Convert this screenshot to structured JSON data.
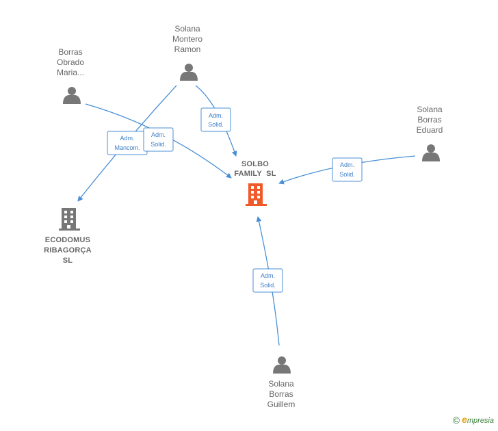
{
  "colors": {
    "edge": "#4a8fd6",
    "person_icon": "#777777",
    "company_icon": "#777777",
    "focus_company_icon": "#f0592a",
    "label": "#666666"
  },
  "nodes": {
    "borras_obrado": {
      "lines": [
        "Borras",
        "Obrado",
        "Maria..."
      ],
      "icon": "person-icon"
    },
    "solana_montero": {
      "lines": [
        "Solana",
        "Montero",
        "Ramon"
      ],
      "icon": "person-icon"
    },
    "solana_borras_eduard": {
      "lines": [
        "Solana",
        "Borras",
        "Eduard"
      ],
      "icon": "person-icon"
    },
    "solana_borras_guillem": {
      "lines": [
        "Solana",
        "Borras",
        "Guillem"
      ],
      "icon": "person-icon"
    },
    "solbo_family": {
      "lines": [
        "SOLBO",
        "FAMILY  SL"
      ],
      "icon": "building-icon"
    },
    "ecodomus": {
      "lines": [
        "ECODOMUS",
        "RIBAGORÇA",
        "SL"
      ],
      "icon": "building-icon"
    }
  },
  "edges": {
    "montero_to_solbo": {
      "lines": [
        "Adm.",
        "Solid."
      ]
    },
    "montero_to_ecodomus": {
      "lines": [
        "Adm.",
        "Mancom."
      ]
    },
    "obrado_to_solbo": {
      "lines": [
        "Adm.",
        "Solid."
      ]
    },
    "eduard_to_solbo": {
      "lines": [
        "Adm.",
        "Solid."
      ]
    },
    "guillem_to_solbo": {
      "lines": [
        "Adm.",
        "Solid."
      ]
    }
  },
  "watermark": {
    "symbol": "©",
    "e": "e",
    "brand": "mpresia"
  }
}
